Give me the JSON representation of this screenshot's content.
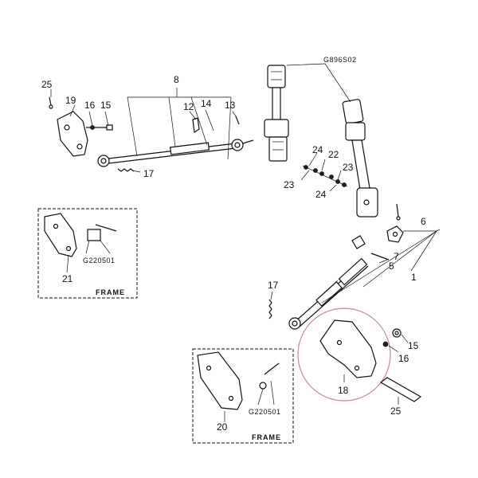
{
  "callouts": {
    "n25_top": "25",
    "n19": "19",
    "n16_top": "16",
    "n15_top": "15",
    "n8": "8",
    "n12": "12",
    "n14": "14",
    "n13": "13",
    "n17_top": "17",
    "part_code_top": "G896S02",
    "n24_a": "24",
    "n22": "22",
    "n23_a": "23",
    "n23_b": "23",
    "n24_b": "24",
    "n6": "6",
    "n7": "7",
    "n5": "5",
    "n1": "1",
    "n17_mid": "17",
    "n15_bot": "15",
    "n16_bot": "16",
    "n18": "18",
    "n25_bot": "25",
    "n21": "21",
    "n20": "20"
  },
  "insets": {
    "upper": {
      "code": "G220501",
      "frame_label": "FRAME"
    },
    "lower": {
      "code": "G220501",
      "frame_label": "FRAME"
    }
  },
  "highlight_color": "#c98a8a"
}
